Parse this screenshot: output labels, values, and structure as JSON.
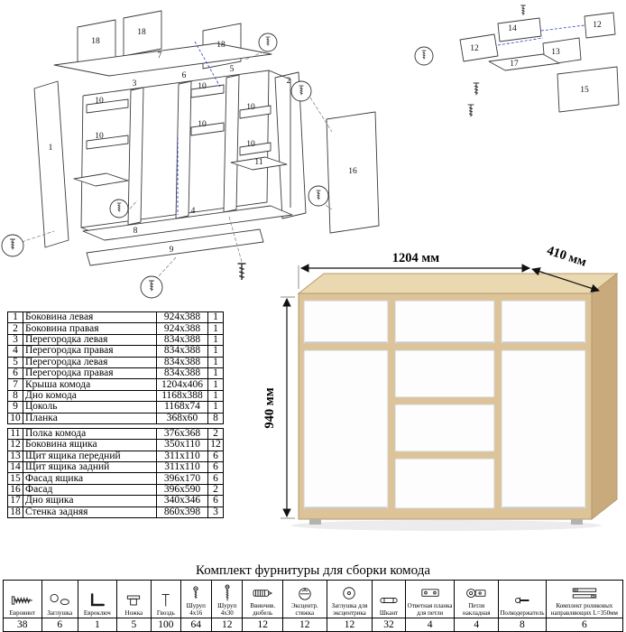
{
  "product": {
    "width_label": "1204 мм",
    "depth_label": "410 мм",
    "height_label": "940 мм"
  },
  "parts": {
    "rows": [
      {
        "n": "1",
        "name": "Боковина левая",
        "size": "924x388",
        "qty": "1"
      },
      {
        "n": "2",
        "name": "Боковина правая",
        "size": "924x388",
        "qty": "1"
      },
      {
        "n": "3",
        "name": "Перегородка левая",
        "size": "834x388",
        "qty": "1"
      },
      {
        "n": "4",
        "name": "Перегородка правая",
        "size": "834x388",
        "qty": "1"
      },
      {
        "n": "5",
        "name": "Перегородка левая",
        "size": "834x388",
        "qty": "1"
      },
      {
        "n": "6",
        "name": "Перегородка правая",
        "size": "834x388",
        "qty": "1"
      },
      {
        "n": "7",
        "name": "Крыша комода",
        "size": "1204x406",
        "qty": "1"
      },
      {
        "n": "8",
        "name": "Дно комода",
        "size": "1168x388",
        "qty": "1"
      },
      {
        "n": "9",
        "name": "Цоколь",
        "size": "1168x74",
        "qty": "1"
      },
      {
        "n": "10",
        "name": "Планка",
        "size": "368x60",
        "qty": "8"
      }
    ],
    "rows2": [
      {
        "n": "11",
        "name": "Полка комода",
        "size": "376x368",
        "qty": "2"
      },
      {
        "n": "12",
        "name": "Боковина ящика",
        "size": "350x110",
        "qty": "12"
      },
      {
        "n": "13",
        "name": "Щит ящика передний",
        "size": "311x110",
        "qty": "6"
      },
      {
        "n": "14",
        "name": "Щит ящика задний",
        "size": "311x110",
        "qty": "6"
      },
      {
        "n": "15",
        "name": "Фасад ящика",
        "size": "396x170",
        "qty": "6"
      },
      {
        "n": "16",
        "name": "Фасад",
        "size": "396x590",
        "qty": "2"
      },
      {
        "n": "17",
        "name": "Дно ящика",
        "size": "340x346",
        "qty": "6"
      },
      {
        "n": "18",
        "name": "Стенка задняя",
        "size": "860x398",
        "qty": "3"
      }
    ]
  },
  "hardware": {
    "title": "Комплект фурнитуры для сборки комода",
    "items": [
      {
        "label": "Евровинт",
        "qty": "38",
        "icon": "confirmat-screw-icon"
      },
      {
        "label": "Заглушка",
        "qty": "6",
        "icon": "plug-cap-icon"
      },
      {
        "label": "Евроключ",
        "qty": "1",
        "icon": "hex-key-icon"
      },
      {
        "label": "Ножка",
        "qty": "5",
        "icon": "leg-icon"
      },
      {
        "label": "Гвоздь",
        "qty": "100",
        "icon": "nail-icon"
      },
      {
        "label": "Шуруп 4x16",
        "qty": "64",
        "icon": "screw-short-icon"
      },
      {
        "label": "Шуруп 4x30",
        "qty": "12",
        "icon": "screw-long-icon"
      },
      {
        "label": "Ввинчив. дюбель",
        "qty": "12",
        "icon": "dowel-screw-icon"
      },
      {
        "label": "Эксцентр. стяжка",
        "qty": "12",
        "icon": "cam-lock-icon"
      },
      {
        "label": "Заглушка для эксцентрика",
        "qty": "12",
        "icon": "cam-cap-icon"
      },
      {
        "label": "Шкант",
        "qty": "32",
        "icon": "wood-dowel-icon"
      },
      {
        "label": "Ответная планка для петли",
        "qty": "4",
        "icon": "hinge-plate-icon"
      },
      {
        "label": "Петля накладная",
        "qty": "4",
        "icon": "hinge-icon"
      },
      {
        "label": "Полкодержатель",
        "qty": "8",
        "icon": "shelf-pin-icon"
      },
      {
        "label": "Комплект роликовых направляющих L=350мм",
        "qty": "6",
        "icon": "drawer-slides-icon"
      }
    ]
  },
  "diagram": {
    "main": [
      "18",
      "18",
      "18",
      "7",
      "1",
      "10",
      "10",
      "10",
      "10",
      "10",
      "10",
      "6",
      "5",
      "11",
      "16",
      "9",
      "2",
      "8",
      "3",
      "4"
    ],
    "detail": [
      "14",
      "12",
      "13",
      "12",
      "17",
      "15"
    ]
  }
}
